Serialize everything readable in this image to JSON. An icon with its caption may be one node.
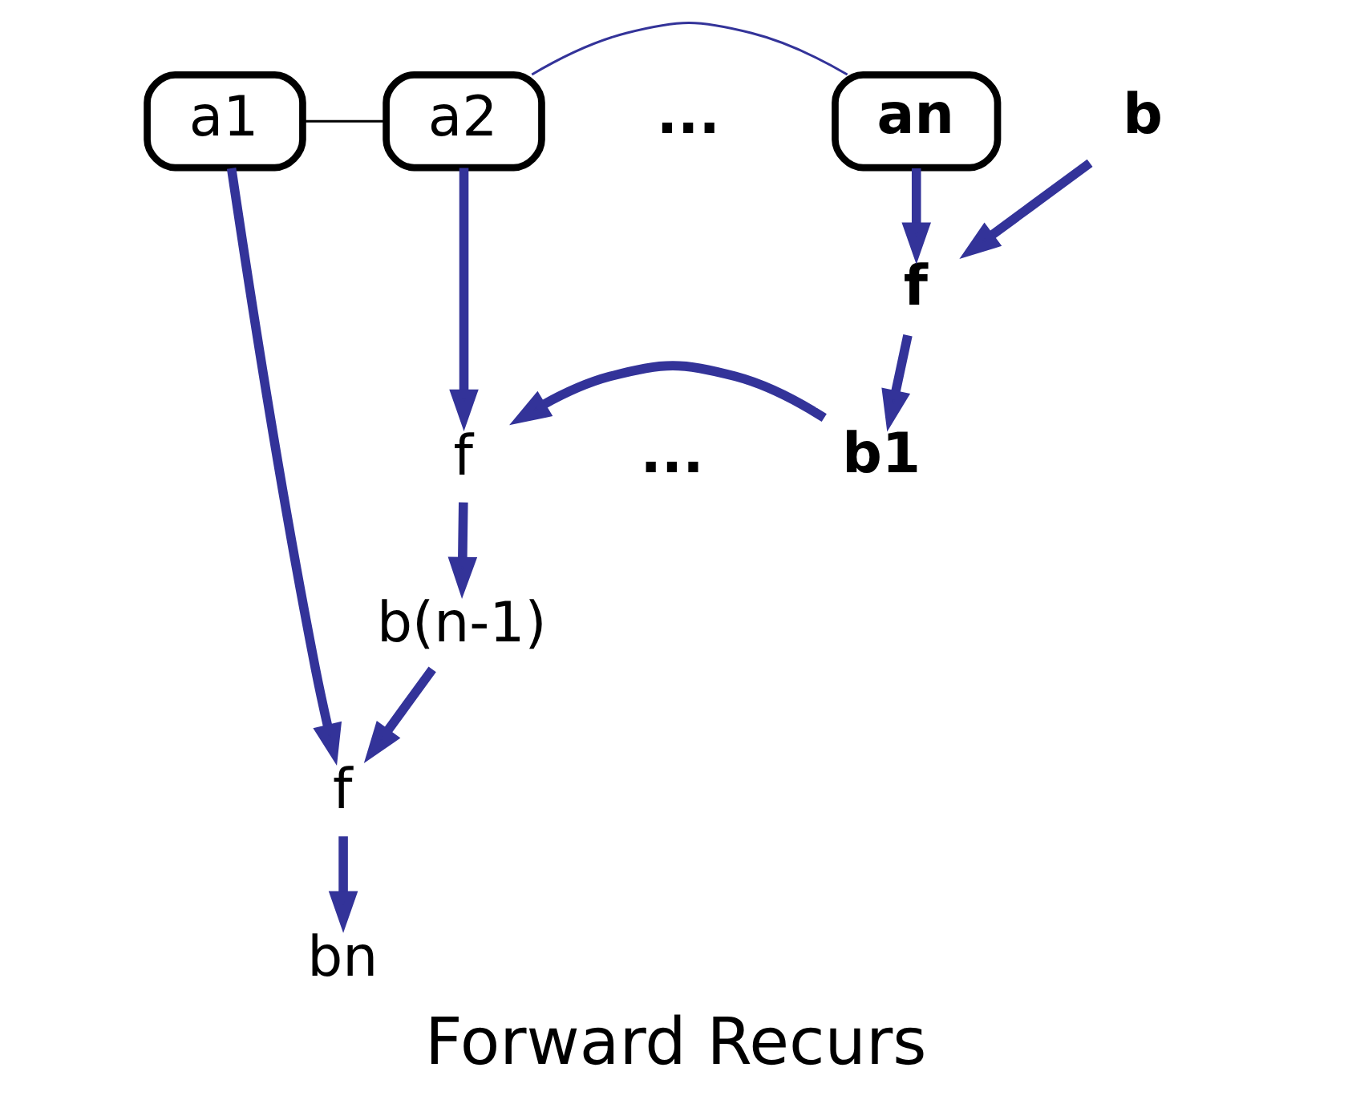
{
  "diagram": {
    "caption": "Forward Recurs",
    "nodes": [
      {
        "text": [
          "a1"
        ]
      },
      {
        "text": [
          "a2"
        ]
      },
      {
        "text": [
          "an"
        ]
      },
      {
        "text": [
          "f"
        ]
      },
      {
        "text": [
          "bn"
        ]
      },
      {
        "text": [
          "f"
        ]
      },
      {
        "text": [
          "b(n-1)"
        ]
      },
      {
        "text": [
          "f"
        ]
      },
      {
        "text": [
          "b"
        ]
      },
      {
        "text": [
          "b1"
        ]
      }
    ],
    "edges": [
      {
        "from": 0,
        "to": 1,
        "arrow": "none",
        "color": "#000000"
      },
      {
        "from": 1,
        "to": 2,
        "arrow": "none"
      },
      {
        "from": 0,
        "to": 3,
        "arrow": "to"
      },
      {
        "from": 3,
        "to": 4,
        "arrow": "to"
      },
      {
        "from": 1,
        "to": 5,
        "arrow": "to"
      },
      {
        "from": 5,
        "to": 6,
        "arrow": "to"
      },
      {
        "from": 2,
        "to": 7,
        "arrow": "to"
      },
      {
        "from": 8,
        "to": 7,
        "arrow": "to"
      },
      {
        "from": 7,
        "to": 9,
        "arrow": "to"
      },
      {
        "from": 9,
        "to": 5,
        "arrow": "to"
      },
      {
        "from": 6,
        "to": 3,
        "arrow": "to"
      }
    ],
    "labels": [
      "...",
      "..."
    ]
  }
}
